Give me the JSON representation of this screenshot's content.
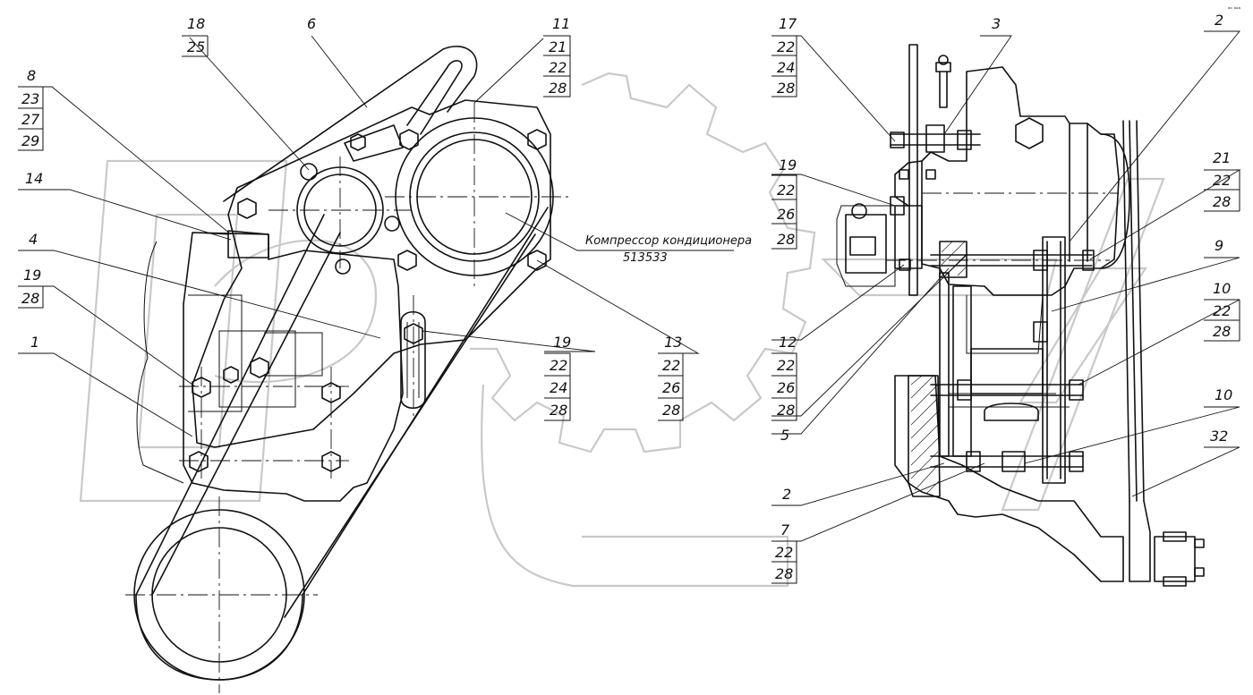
{
  "drawing": {
    "compressor_note": "Компрессор кондиционера",
    "compressor_code": "513533",
    "corner_mark": "ᵃᵒ ᵃᵒᵃ",
    "callouts": [
      {
        "id": "c18",
        "values": [
          "18",
          "25"
        ]
      },
      {
        "id": "c6",
        "values": [
          "6"
        ]
      },
      {
        "id": "c11",
        "values": [
          "11",
          "21",
          "22",
          "28"
        ]
      },
      {
        "id": "c8",
        "values": [
          "8",
          "23",
          "27",
          "29"
        ]
      },
      {
        "id": "c14",
        "values": [
          "14"
        ]
      },
      {
        "id": "c4",
        "values": [
          "4"
        ]
      },
      {
        "id": "c19a",
        "values": [
          "19",
          "28"
        ]
      },
      {
        "id": "c1",
        "values": [
          "1"
        ]
      },
      {
        "id": "c19b",
        "values": [
          "19",
          "22",
          "24",
          "28"
        ]
      },
      {
        "id": "c13",
        "values": [
          "13",
          "22",
          "26",
          "28"
        ]
      },
      {
        "id": "c17",
        "values": [
          "17",
          "22",
          "24",
          "28"
        ]
      },
      {
        "id": "c3",
        "values": [
          "3"
        ]
      },
      {
        "id": "c2a",
        "values": [
          "2"
        ]
      },
      {
        "id": "c19c",
        "values": [
          "19",
          "22",
          "26",
          "28"
        ]
      },
      {
        "id": "c21",
        "values": [
          "21",
          "22",
          "28"
        ]
      },
      {
        "id": "c9",
        "values": [
          "9"
        ]
      },
      {
        "id": "c10a",
        "values": [
          "10",
          "22",
          "28"
        ]
      },
      {
        "id": "c12",
        "values": [
          "12",
          "22",
          "26",
          "28"
        ]
      },
      {
        "id": "c5",
        "values": [
          "5"
        ]
      },
      {
        "id": "c10b",
        "values": [
          "10"
        ]
      },
      {
        "id": "c32",
        "values": [
          "32"
        ]
      },
      {
        "id": "c2b",
        "values": [
          "2"
        ]
      },
      {
        "id": "c7",
        "values": [
          "7",
          "22",
          "28"
        ]
      }
    ]
  }
}
